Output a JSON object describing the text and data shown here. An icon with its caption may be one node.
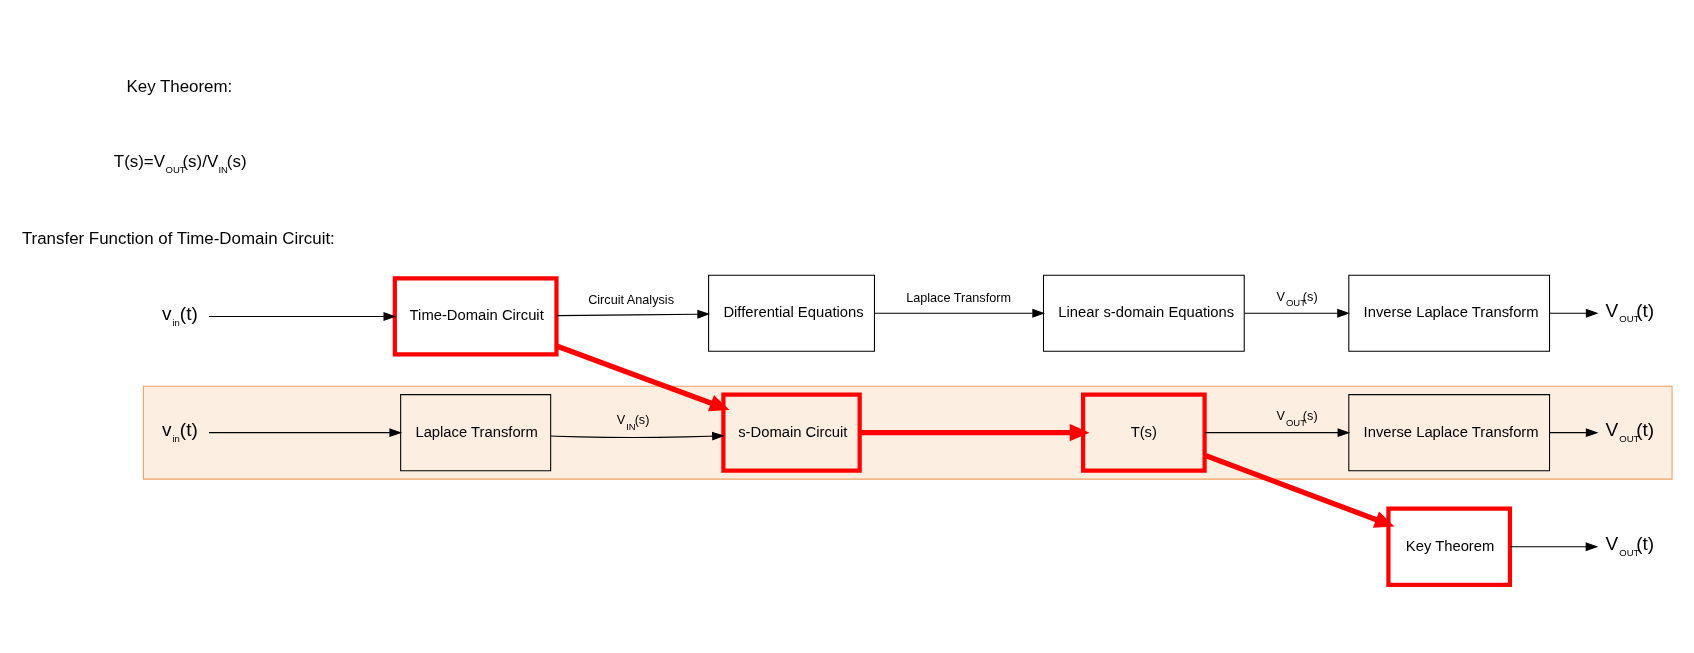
{
  "diagram": {
    "nodes": [
      {
        "text": [
          "v$_{in}$(t)"
        ]
      },
      {
        "text": [
          "Time-Domain Circuit"
        ]
      },
      {
        "text": [
          "Differential Equations"
        ]
      },
      {
        "text": [
          "Linear s-domain Equations"
        ]
      },
      {
        "text": [
          "Inverse Laplace Transform"
        ]
      },
      {
        "text": [
          "V$_{OUT}$(t)"
        ]
      },
      {
        "text": [],
        "shape": "box"
      },
      {
        "text": [
          "v$_{in}$(t)"
        ],
        "in": 6
      },
      {
        "text": [
          "Laplace Transform"
        ],
        "in": 6
      },
      {
        "text": [
          "s-Domain Circuit"
        ],
        "in": 6
      },
      {
        "text": [
          "T(s)"
        ],
        "in": 6
      },
      {
        "text": [
          "Inverse Laplace Transform"
        ],
        "in": 6
      },
      {
        "text": [
          "V$_{OUT}$(t)"
        ],
        "in": 6
      },
      {
        "text": [
          "Key Theorem"
        ]
      },
      {
        "text": [
          "V$_{OUT}$(t)"
        ]
      }
    ],
    "edges": [
      {
        "from": 0,
        "to": 1,
        "arrow": "to"
      },
      {
        "from": 1,
        "to": 2,
        "arrow": "to",
        "label": "Circuit Analysis"
      },
      {
        "from": 2,
        "to": 3,
        "arrow": "to",
        "label": "Laplace Transform"
      },
      {
        "from": 3,
        "to": 4,
        "arrow": "to",
        "label": "V$_{OUT}$(s)"
      },
      {
        "from": 4,
        "to": 5,
        "arrow": "to"
      },
      {
        "from": 1,
        "to": 9,
        "arrow": "to",
        "style": "thick",
        "color": "#ff0000"
      },
      {
        "from": 7,
        "to": 8,
        "arrow": "to"
      },
      {
        "from": 8,
        "to": 9,
        "arrow": "to",
        "label": "V$_{IN}$(s)"
      },
      {
        "from": 9,
        "to": 10,
        "arrow": "to",
        "style": "thick",
        "color": "#ff0000"
      },
      {
        "from": 10,
        "to": 11,
        "arrow": "to",
        "label": "V$_{OUT}$(s)"
      },
      {
        "from": 11,
        "to": 12,
        "arrow": "to"
      },
      {
        "from": 10,
        "to": 13,
        "arrow": "to",
        "style": "thick",
        "color": "#ff0000"
      },
      {
        "from": 13,
        "to": 14,
        "arrow": "to"
      }
    ],
    "labels": [
      "Transfer Function of Time-Domain Circuit:",
      "T(s)=V$_{OUT}$(s)/V$_{IN}$(s)",
      "Key Theorem:"
    ]
  }
}
